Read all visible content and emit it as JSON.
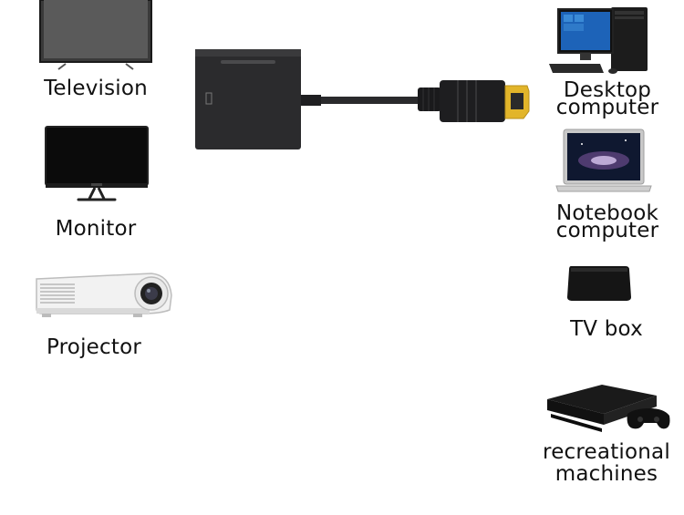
{
  "left_devices": [
    {
      "label": "Television"
    },
    {
      "label": "Monitor"
    },
    {
      "label": "Projector"
    }
  ],
  "right_devices": [
    {
      "label_lines": [
        "Desktop",
        "computer"
      ]
    },
    {
      "label_lines": [
        "Notebook",
        "computer"
      ]
    },
    {
      "label": "TV box"
    },
    {
      "label_lines": [
        "recreational",
        "machines"
      ]
    }
  ],
  "colors": {
    "background": "#ffffff",
    "adapter_body": "#2b2b2d",
    "hdmi_gold": "#e2b52a",
    "text": "#111111"
  }
}
